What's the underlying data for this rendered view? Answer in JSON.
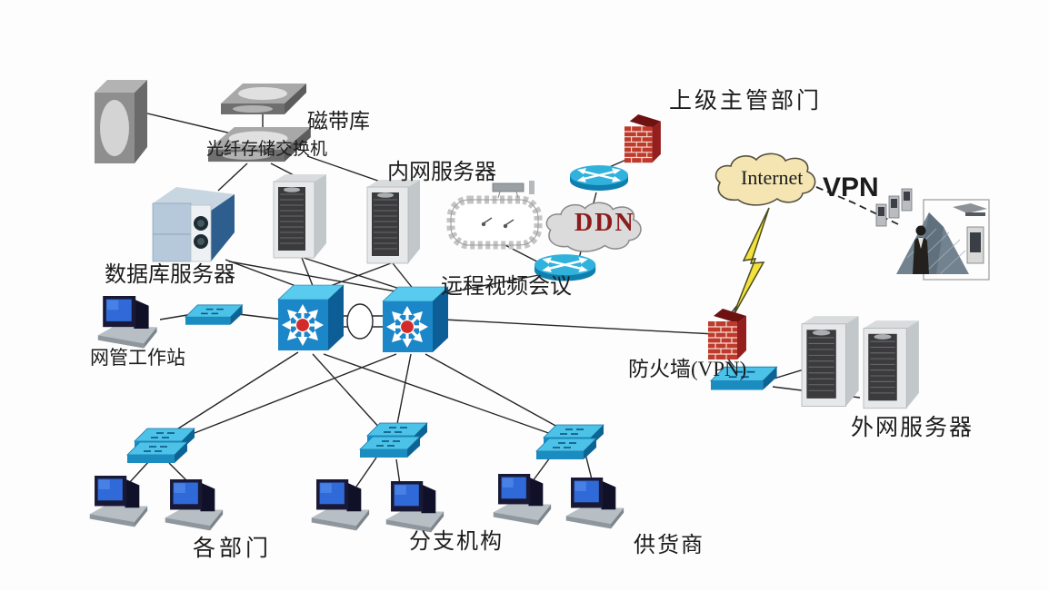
{
  "diagram": {
    "title_hint": "enterprise network topology",
    "labels": {
      "tape_library": "磁带库",
      "fiber_storage_switch": "光纤存储交换机",
      "intranet_server": "内网服务器",
      "database_server": "数据库服务器",
      "remote_video_conference": "远程视频会议",
      "superior_department": "上级主管部门",
      "ddn": "DDN",
      "internet": "Internet",
      "vpn": "VPN",
      "firewall_vpn": "防火墙(VPN)",
      "extranet_server": "外网服务器",
      "network_mgmt_workstation": "网管工作站",
      "departments": "各部门",
      "branches": "分支机构",
      "suppliers": "供货商"
    },
    "colors": {
      "background": "#fdfdfd",
      "line": "#262626",
      "core_switch_blue": "#1b86c8",
      "switch_cyan": "#4cc2e8",
      "router_teal": "#31b2dc",
      "firewall_red": "#c03a2b",
      "internet_cloud_fill": "#f4e5b2",
      "ddn_cloud_fill": "#dbdbdb",
      "ddn_text": "#8c1c1c",
      "lightning_yellow": "#f1e23d",
      "server_gray": "#e6e8e9",
      "db_cabinet_blue": "#b5c9da",
      "pc_screen_blue": "#2f6ad8"
    },
    "nodes": [
      {
        "id": "storage-array",
        "type": "storage-tower",
        "label": ""
      },
      {
        "id": "tape-library",
        "type": "gray-box",
        "label": "磁带库"
      },
      {
        "id": "fiber-storage-switch",
        "type": "gray-box",
        "label": "光纤存储交换机"
      },
      {
        "id": "intranet-server-1",
        "type": "tower-server",
        "label": "内网服务器"
      },
      {
        "id": "intranet-server-2",
        "type": "tower-server",
        "label": "内网服务器"
      },
      {
        "id": "database-server",
        "type": "cabinet",
        "label": "数据库服务器"
      },
      {
        "id": "video-conference",
        "type": "conference-room",
        "label": "远程视频会议"
      },
      {
        "id": "router-1",
        "type": "router",
        "label": ""
      },
      {
        "id": "router-2",
        "type": "router",
        "label": ""
      },
      {
        "id": "ddn-cloud",
        "type": "cloud",
        "label": "DDN"
      },
      {
        "id": "firewall-upper",
        "type": "firewall",
        "label": "上级主管部门"
      },
      {
        "id": "internet-cloud",
        "type": "cloud",
        "label": "Internet"
      },
      {
        "id": "remote-users",
        "type": "photo-collage",
        "label": "VPN"
      },
      {
        "id": "firewall-vpn",
        "type": "firewall",
        "label": "防火墙(VPN)"
      },
      {
        "id": "lan-switch-vpn",
        "type": "switch",
        "label": ""
      },
      {
        "id": "extranet-server-1",
        "type": "tower-server",
        "label": "外网服务器"
      },
      {
        "id": "extranet-server-2",
        "type": "tower-server",
        "label": "外网服务器"
      },
      {
        "id": "core-switch-1",
        "type": "multilayer-switch",
        "label": ""
      },
      {
        "id": "core-switch-2",
        "type": "multilayer-switch",
        "label": ""
      },
      {
        "id": "mgmt-workstation",
        "type": "pc",
        "label": "网管工作站"
      },
      {
        "id": "mgmt-switch",
        "type": "switch",
        "label": ""
      },
      {
        "id": "dept-switch-stack",
        "type": "switch-stack",
        "label": "各部门"
      },
      {
        "id": "dept-pc-1",
        "type": "pc",
        "label": ""
      },
      {
        "id": "dept-pc-2",
        "type": "pc",
        "label": ""
      },
      {
        "id": "branch-switch-stack",
        "type": "switch-stack",
        "label": "分支机构"
      },
      {
        "id": "branch-pc-1",
        "type": "pc",
        "label": ""
      },
      {
        "id": "branch-pc-2",
        "type": "pc",
        "label": ""
      },
      {
        "id": "supplier-switch-stack",
        "type": "switch-stack",
        "label": "供货商"
      },
      {
        "id": "supplier-pc-1",
        "type": "pc",
        "label": ""
      },
      {
        "id": "supplier-pc-2",
        "type": "pc",
        "label": ""
      }
    ],
    "edges": [
      [
        "storage-array",
        "fiber-storage-switch"
      ],
      [
        "tape-library",
        "fiber-storage-switch"
      ],
      [
        "fiber-storage-switch",
        "database-server"
      ],
      [
        "fiber-storage-switch",
        "intranet-server-1"
      ],
      [
        "fiber-storage-switch",
        "intranet-server-2"
      ],
      [
        "database-server",
        "core-switch-1"
      ],
      [
        "database-server",
        "core-switch-2"
      ],
      [
        "intranet-server-1",
        "core-switch-1"
      ],
      [
        "intranet-server-1",
        "core-switch-2"
      ],
      [
        "intranet-server-2",
        "core-switch-1"
      ],
      [
        "intranet-server-2",
        "core-switch-2"
      ],
      [
        "core-switch-1",
        "core-switch-2"
      ],
      [
        "mgmt-workstation",
        "mgmt-switch"
      ],
      [
        "mgmt-switch",
        "core-switch-1"
      ],
      [
        "core-switch-2",
        "firewall-vpn"
      ],
      [
        "core-switch-2",
        "router-2"
      ],
      [
        "video-conference",
        "router-2"
      ],
      [
        "router-2",
        "ddn-cloud"
      ],
      [
        "ddn-cloud",
        "router-1"
      ],
      [
        "router-1",
        "firewall-upper"
      ],
      [
        "internet-cloud",
        "firewall-vpn"
      ],
      [
        "internet-cloud",
        "remote-users"
      ],
      [
        "firewall-vpn",
        "lan-switch-vpn"
      ],
      [
        "lan-switch-vpn",
        "extranet-server-1"
      ],
      [
        "lan-switch-vpn",
        "extranet-server-2"
      ],
      [
        "core-switch-1",
        "dept-switch-stack"
      ],
      [
        "core-switch-2",
        "dept-switch-stack"
      ],
      [
        "core-switch-1",
        "branch-switch-stack"
      ],
      [
        "core-switch-2",
        "branch-switch-stack"
      ],
      [
        "core-switch-1",
        "supplier-switch-stack"
      ],
      [
        "core-switch-2",
        "supplier-switch-stack"
      ],
      [
        "dept-switch-stack",
        "dept-pc-1"
      ],
      [
        "dept-switch-stack",
        "dept-pc-2"
      ],
      [
        "branch-switch-stack",
        "branch-pc-1"
      ],
      [
        "branch-switch-stack",
        "branch-pc-2"
      ],
      [
        "supplier-switch-stack",
        "supplier-pc-1"
      ],
      [
        "supplier-switch-stack",
        "supplier-pc-2"
      ]
    ]
  }
}
